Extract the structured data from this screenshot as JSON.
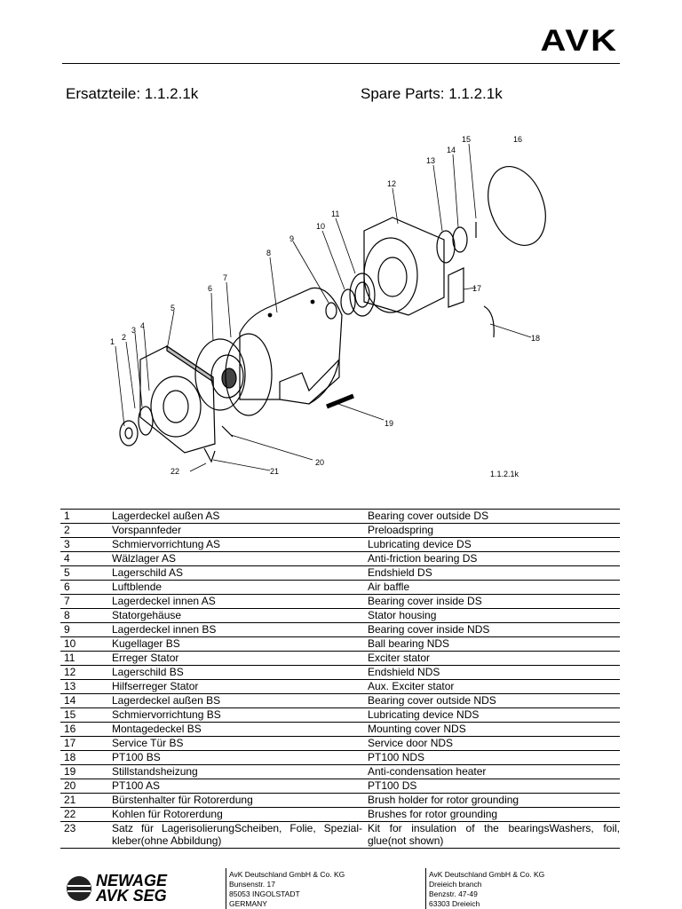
{
  "header": {
    "logo": "AVK",
    "title_de": "Ersatzteile: 1.1.2.1k",
    "title_en": "Spare Parts: 1.1.2.1k"
  },
  "drawing": {
    "callouts": [
      "1",
      "2",
      "3",
      "4",
      "5",
      "6",
      "7",
      "8",
      "9",
      "10",
      "11",
      "12",
      "13",
      "14",
      "15",
      "16",
      "17",
      "18",
      "19",
      "20",
      "21",
      "22"
    ],
    "ref": "1.1.2.1k"
  },
  "parts": [
    {
      "no": "1",
      "de": "Lagerdeckel außen AS",
      "en": "Bearing cover outside DS"
    },
    {
      "no": "2",
      "de": "Vorspannfeder",
      "en": "Preloadspring"
    },
    {
      "no": "3",
      "de": "Schmiervorrichtung AS",
      "en": "Lubricating device DS"
    },
    {
      "no": "4",
      "de": "Wälzlager AS",
      "en": "Anti-friction bearing DS"
    },
    {
      "no": "5",
      "de": "Lagerschild AS",
      "en": "Endshield DS"
    },
    {
      "no": "6",
      "de": "Luftblende",
      "en": "Air baffle"
    },
    {
      "no": "7",
      "de": "Lagerdeckel innen AS",
      "en": "Bearing cover inside DS"
    },
    {
      "no": "8",
      "de": "Statorgehäuse",
      "en": "Stator housing"
    },
    {
      "no": "9",
      "de": "Lagerdeckel innen BS",
      "en": "Bearing cover inside NDS"
    },
    {
      "no": "10",
      "de": "Kugellager BS",
      "en": "Ball bearing NDS"
    },
    {
      "no": "11",
      "de": "Erreger Stator",
      "en": "Exciter stator"
    },
    {
      "no": "12",
      "de": "Lagerschild BS",
      "en": "Endshield NDS"
    },
    {
      "no": "13",
      "de": "Hilfserreger Stator",
      "en": "Aux. Exciter stator"
    },
    {
      "no": "14",
      "de": "Lagerdeckel außen BS",
      "en": "Bearing cover outside NDS"
    },
    {
      "no": "15",
      "de": "Schmiervorrichtung BS",
      "en": "Lubricating device NDS"
    },
    {
      "no": "16",
      "de": "Montagedeckel BS",
      "en": "Mounting cover NDS"
    },
    {
      "no": "17",
      "de": "Service Tür BS",
      "en": "Service door NDS"
    },
    {
      "no": "18",
      "de": "PT100 BS",
      "en": "PT100 NDS"
    },
    {
      "no": "19",
      "de": "Stillstandsheizung",
      "en": "Anti-condensation heater"
    },
    {
      "no": "20",
      "de": "PT100 AS",
      "en": "PT100 DS"
    },
    {
      "no": "21",
      "de": "Bürstenhalter für Rotorerdung",
      "en": "Brush holder for rotor grounding"
    },
    {
      "no": "22",
      "de": "Kohlen für Rotorerdung",
      "en": "Brushes for rotor grounding"
    },
    {
      "no": "23",
      "de": "Satz für LagerisolierungScheiben, Folie, Spezial-kleber(ohne Abbildung)",
      "en": "Kit for insulation of the bearingsWashers, foil, glue(not shown)"
    }
  ],
  "footer": {
    "brand_line1": "NEWAGE",
    "brand_line2": "AVK SEG",
    "addr1": [
      "AvK Deutschland GmbH & Co. KG",
      "Bunsenstr. 17",
      "85053 INGOLSTADT",
      "GERMANY"
    ],
    "addr2": [
      "AvK Deutschland GmbH & Co. KG",
      "Dreieich branch",
      "Benzstr. 47-49",
      "63303 Dreieich"
    ]
  }
}
